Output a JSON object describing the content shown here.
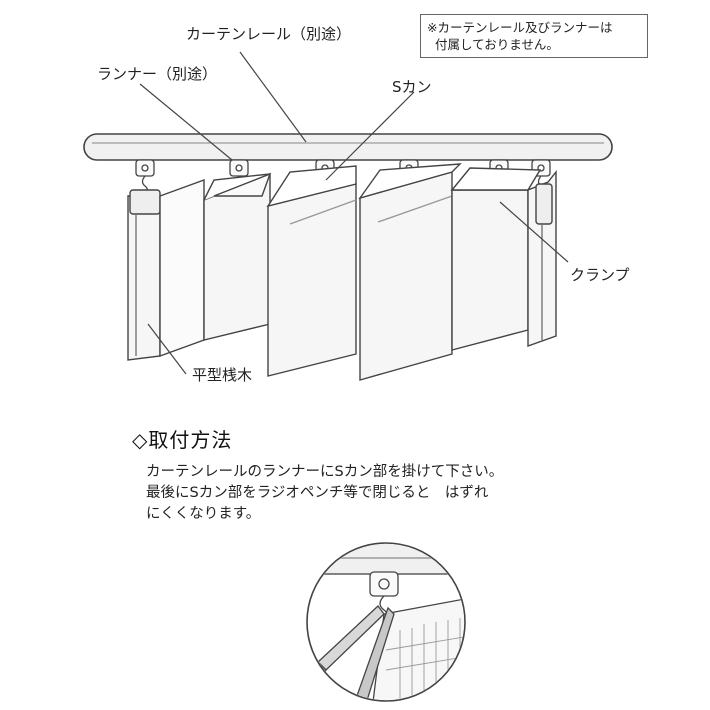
{
  "labels": {
    "rail": "カーテンレール（別途）",
    "runner": "ランナー（別途）",
    "s_hook": "Sカン",
    "clamp": "クランプ",
    "flat_bar": "平型桟木"
  },
  "note": {
    "line1": "※カーテンレール及びランナーは",
    "line2": "付属しておりません。"
  },
  "section_title": "◇取付方法",
  "instructions": {
    "line1": "カーテンレールのランナーにSカン部を掛けて下さい。",
    "line2": "最後にSカン部をラジオペンチ等で閉じると　はずれ",
    "line3": "にくくなります。"
  },
  "colors": {
    "line": "#444444",
    "panel_fill": "#f6f6f6",
    "rail_fill": "#f1f1f1"
  }
}
